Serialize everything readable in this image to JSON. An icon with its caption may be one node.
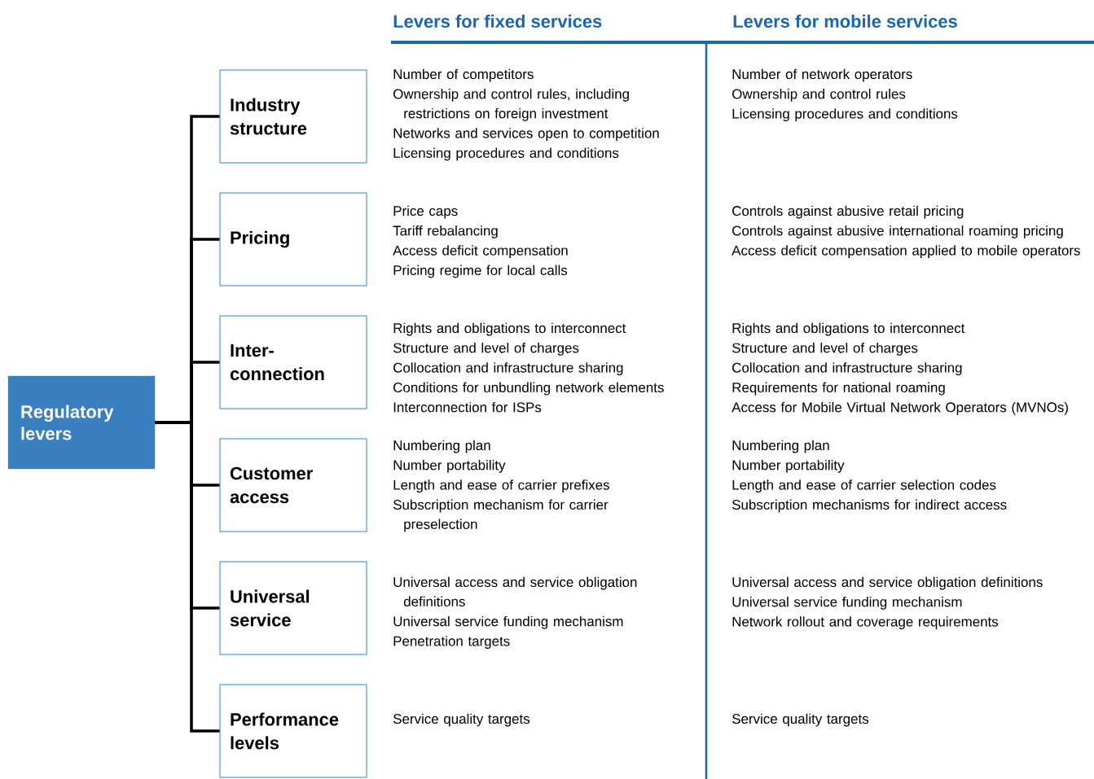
{
  "diagram": {
    "nodes": [
      {
        "text": [
          "Regulatory levers"
        ]
      },
      {
        "text": [
          "Industry structure"
        ]
      },
      {
        "text": [
          "Pricing"
        ]
      },
      {
        "text": [
          "Inter-connection"
        ]
      },
      {
        "text": [
          "Customer access"
        ]
      },
      {
        "text": [
          "Universal service"
        ]
      },
      {
        "text": [
          "Performance levels"
        ]
      }
    ],
    "edges": [
      {
        "from": 0,
        "to": 1,
        "arrow": "none"
      },
      {
        "from": 0,
        "to": 2,
        "arrow": "none"
      },
      {
        "from": 0,
        "to": 3,
        "arrow": "none"
      },
      {
        "from": 0,
        "to": 4,
        "arrow": "none"
      },
      {
        "from": 0,
        "to": 5,
        "arrow": "none"
      },
      {
        "from": 0,
        "to": 6,
        "arrow": "none"
      }
    ],
    "labels": [
      "Levers for fixed services",
      "Levers for mobile services",
      "Number of competitors",
      "Ownership and control rules, including restrictions on foreign investment",
      "Networks and services open to competition",
      "Licensing procedures and conditions",
      "Number of network operators",
      "Ownership and control rules",
      "Licensing procedures and conditions",
      "Price caps",
      "Tariff rebalancing",
      "Access deficit compensation",
      "Pricing regime for local calls",
      "Controls against abusive retail pricing",
      "Controls against abusive international roaming pricing",
      "Access deficit compensation applied to mobile operators",
      "Rights and obligations to interconnect",
      "Structure and level of charges",
      "Collocation and infrastructure sharing",
      "Conditions for unbundling network elements",
      "Interconnection for ISPs",
      "Rights and obligations to interconnect",
      "Structure and level of charges",
      "Collocation and infrastructure sharing",
      "Requirements for national roaming",
      "Access for Mobile Virtual Network Operators (MVNOs)",
      "Numbering plan",
      "Number portability",
      "Length and ease of carrier prefixes",
      "Subscription mechanism for carrier preselection",
      "Numbering plan",
      "Number portability",
      "Length and ease of carrier selection codes",
      "Subscription mechanisms for indirect access",
      "Universal access and service obligation definitions",
      "Universal service funding mechanism",
      "Penetration targets",
      "Universal access and service obligation definitions",
      "Universal service funding mechanism",
      "Network rollout and coverage requirements",
      "Service quality targets",
      "Service quality targets"
    ]
  }
}
